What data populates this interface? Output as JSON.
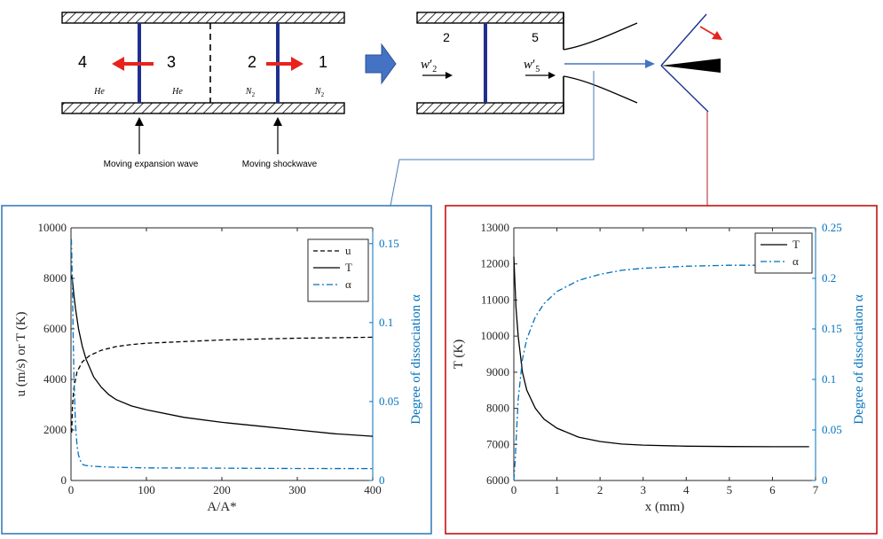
{
  "schematic": {
    "tube_regions": {
      "r4": "4",
      "r3": "3",
      "r2": "2",
      "r1": "1",
      "gas4": "He",
      "gas3": "He",
      "gas2": "N",
      "gas2_sub": "2",
      "gas1": "N",
      "gas1_sub": "2"
    },
    "wave_labels": {
      "expansion": "Moving expansion wave",
      "shock": "Moving shockwave"
    },
    "nozzle": {
      "r2": "2",
      "r5": "5",
      "w2_base": "w",
      "w2_prime": "′",
      "w2_sub": "2",
      "w5_base": "w",
      "w5_prime": "′",
      "w5_sub": "5"
    },
    "colors": {
      "wave_line": "#1f2f8f",
      "arrow_red": "#e8231d",
      "arrow_blue": "#4472c4",
      "link_blue": "#4a7ab8",
      "link_red": "#b22020"
    }
  },
  "chart_data": [
    {
      "type": "line",
      "xlabel": "A/A*",
      "ylabel_left": "u (m/s) or T (K)",
      "ylabel_right": "Degree of dissociation α",
      "xlim": [
        0,
        400
      ],
      "ylim_left": [
        0,
        10000
      ],
      "ylim_right": [
        0,
        0.16
      ],
      "xticks": [
        "0",
        "100",
        "200",
        "300",
        "400"
      ],
      "yticks_left": [
        "0",
        "2000",
        "4000",
        "6000",
        "8000",
        "10000"
      ],
      "yticks_right": [
        "0",
        "0.05",
        "0.1",
        "0.15"
      ],
      "legend": {
        "placement": "top-right",
        "entries": [
          "u",
          "T",
          "α"
        ]
      },
      "grid": false,
      "frame_color": "#2e75b6",
      "right_axis_color": "#0072bd",
      "series": [
        {
          "name": "u",
          "axis": "left",
          "style": "dashed",
          "color": "#000000",
          "x": [
            1,
            2,
            4,
            8,
            15,
            25,
            40,
            60,
            80,
            100,
            150,
            200,
            250,
            300,
            350,
            400
          ],
          "y": [
            1900,
            3000,
            3700,
            4300,
            4700,
            4950,
            5150,
            5300,
            5380,
            5430,
            5500,
            5560,
            5600,
            5630,
            5650,
            5670
          ]
        },
        {
          "name": "T",
          "axis": "left",
          "style": "solid",
          "color": "#000000",
          "x": [
            1,
            2,
            4,
            6,
            10,
            15,
            20,
            30,
            40,
            50,
            60,
            80,
            100,
            150,
            200,
            250,
            300,
            350,
            400
          ],
          "y": [
            8100,
            7900,
            7300,
            6800,
            6000,
            5300,
            4800,
            4100,
            3700,
            3400,
            3200,
            2950,
            2800,
            2500,
            2300,
            2150,
            2000,
            1850,
            1750
          ]
        },
        {
          "name": "α",
          "axis": "right",
          "style": "dashdot",
          "color": "#0072bd",
          "x": [
            0.5,
            1,
            2,
            3,
            4,
            5,
            6,
            8,
            10,
            13,
            16,
            20,
            30,
            50,
            100,
            200,
            300,
            400
          ],
          "y": [
            0.153,
            0.145,
            0.12,
            0.09,
            0.065,
            0.048,
            0.035,
            0.022,
            0.016,
            0.012,
            0.01,
            0.0095,
            0.009,
            0.0085,
            0.008,
            0.0078,
            0.0076,
            0.0075
          ]
        }
      ]
    },
    {
      "type": "line",
      "xlabel": "x (mm)",
      "ylabel_left": "T (K)",
      "ylabel_right": "Degree of dissociation α",
      "xlim": [
        0,
        7
      ],
      "ylim_left": [
        6000,
        13000
      ],
      "ylim_right": [
        0,
        0.25
      ],
      "xticks": [
        "0",
        "1",
        "2",
        "3",
        "4",
        "5",
        "6",
        "7"
      ],
      "yticks_left": [
        "6000",
        "7000",
        "8000",
        "9000",
        "10000",
        "11000",
        "12000",
        "13000"
      ],
      "yticks_right": [
        "0",
        "0.05",
        "0.1",
        "0.15",
        "0.2",
        "0.25"
      ],
      "legend": {
        "placement": "top-right",
        "entries": [
          "T",
          "α"
        ]
      },
      "grid": false,
      "frame_color": "#c00000",
      "right_axis_color": "#0072bd",
      "series": [
        {
          "name": "T",
          "axis": "left",
          "style": "solid",
          "color": "#000000",
          "x": [
            0,
            0.05,
            0.1,
            0.2,
            0.3,
            0.5,
            0.7,
            1,
            1.5,
            2,
            2.5,
            3,
            4,
            5,
            6,
            6.85
          ],
          "y": [
            12200,
            10800,
            10000,
            9000,
            8500,
            8000,
            7700,
            7450,
            7200,
            7080,
            7010,
            6980,
            6950,
            6940,
            6935,
            6935
          ]
        },
        {
          "name": "α",
          "axis": "right",
          "style": "dashdot",
          "color": "#0072bd",
          "x": [
            0,
            0.03,
            0.06,
            0.1,
            0.2,
            0.3,
            0.5,
            0.7,
            1,
            1.5,
            2,
            2.5,
            3,
            4,
            5,
            6,
            6.85
          ],
          "y": [
            0.0,
            0.02,
            0.045,
            0.08,
            0.12,
            0.14,
            0.162,
            0.175,
            0.187,
            0.198,
            0.204,
            0.208,
            0.21,
            0.212,
            0.213,
            0.213,
            0.213
          ]
        }
      ]
    }
  ]
}
